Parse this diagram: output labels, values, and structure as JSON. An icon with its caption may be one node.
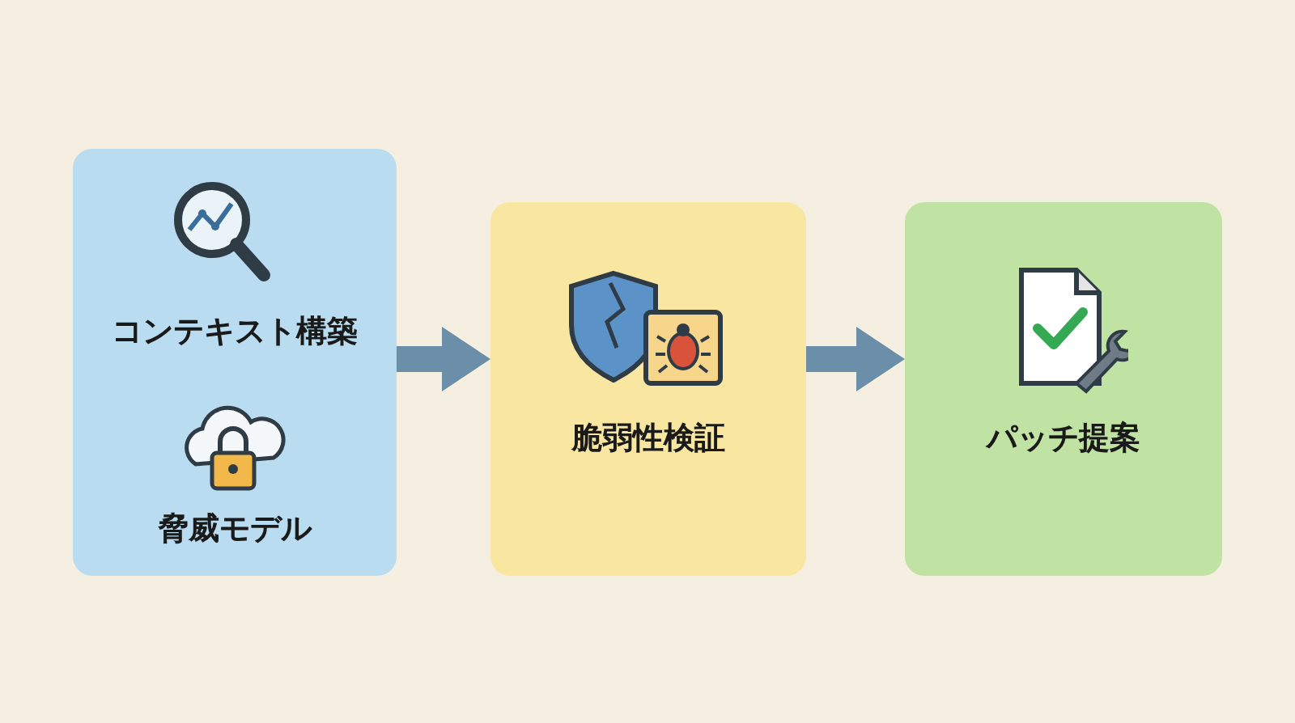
{
  "diagram": {
    "nodes": [
      {
        "text": [
          "コンテキスト構築",
          "脅威モデル"
        ]
      },
      {
        "text": [
          "脆弱性検証"
        ]
      },
      {
        "text": [
          "パッチ提案"
        ]
      }
    ],
    "edges": [
      {
        "from": 0,
        "to": 1,
        "arrow": "to"
      },
      {
        "from": 1,
        "to": 2,
        "arrow": "to"
      }
    ]
  }
}
